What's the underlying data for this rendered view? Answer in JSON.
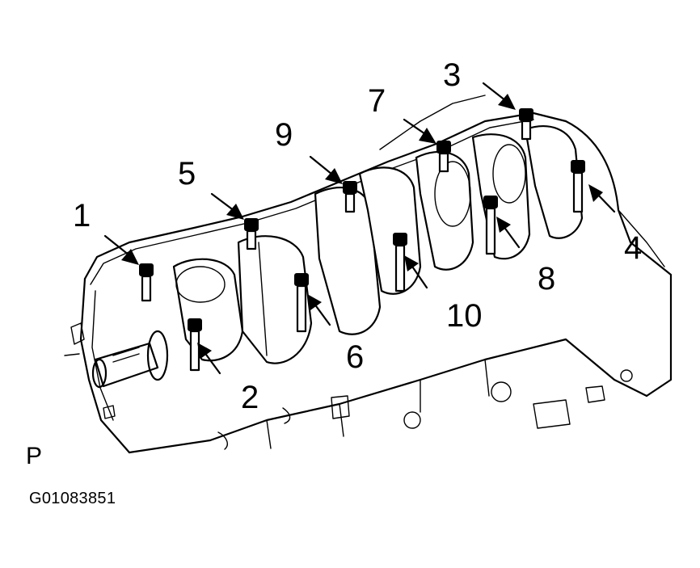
{
  "figure": {
    "callouts": [
      "1",
      "2",
      "3",
      "4",
      "5",
      "6",
      "7",
      "8",
      "9",
      "10"
    ],
    "corner_label": "P",
    "figure_code": "G01083851"
  },
  "colors": {
    "ink": "#000000",
    "paper": "#ffffff"
  }
}
